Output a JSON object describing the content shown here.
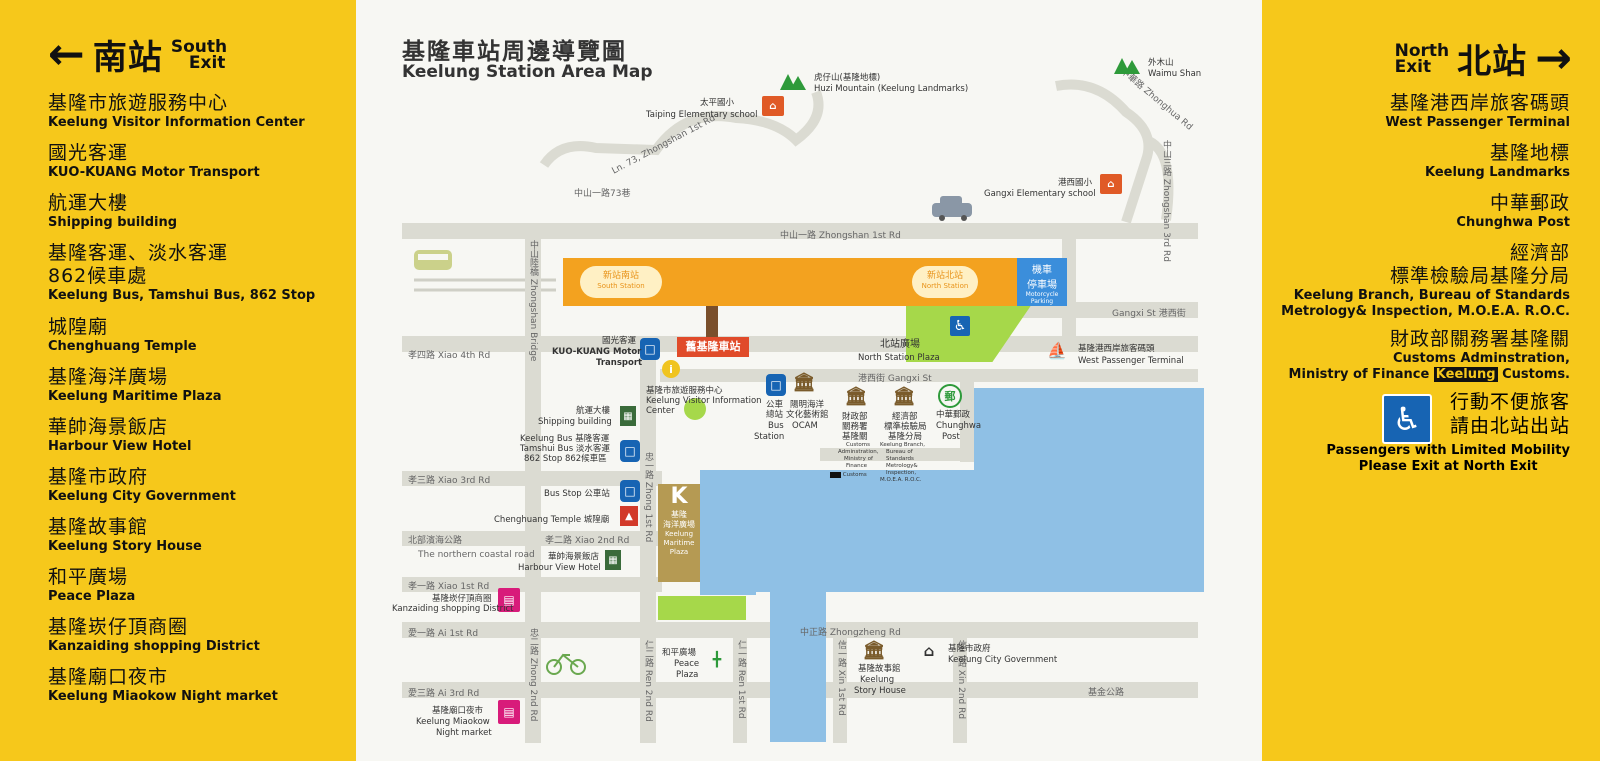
{
  "left": {
    "arrow": "←",
    "header_zh": "南站",
    "header_en_1": "South",
    "header_en_2": "Exit",
    "items": [
      {
        "zh": "基隆市旅遊服務中心",
        "en": "Keelung Visitor Information Center"
      },
      {
        "zh": "國光客運",
        "en": "KUO-KUANG Motor Transport"
      },
      {
        "zh": "航運大樓",
        "en": "Shipping building"
      },
      {
        "zh": "基隆客運、淡水客運",
        "zh2": "862候車處",
        "en": "Keelung Bus, Tamshui Bus, 862 Stop"
      },
      {
        "zh": "城隍廟",
        "en": "Chenghuang Temple"
      },
      {
        "zh": "基隆海洋廣場",
        "en": "Keelung Maritime Plaza"
      },
      {
        "zh": "華帥海景飯店",
        "en": "Harbour View Hotel"
      },
      {
        "zh": "基隆市政府",
        "en": "Keelung City Government"
      },
      {
        "zh": "基隆故事館",
        "en": "Keelung Story House"
      },
      {
        "zh": "和平廣場",
        "en": "Peace Plaza"
      },
      {
        "zh": "基隆崁仔頂商圈",
        "en": "Kanzaiding shopping District"
      },
      {
        "zh": "基隆廟口夜市",
        "en": "Keelung Miaokow Night market"
      }
    ]
  },
  "right": {
    "arrow": "→",
    "header_zh": "北站",
    "header_en_1": "North",
    "header_en_2": "Exit",
    "items": [
      {
        "zh": "基隆港西岸旅客碼頭",
        "en": "West Passenger Terminal"
      },
      {
        "zh": "基隆地標",
        "en": "Keelung Landmarks"
      },
      {
        "zh": "中華郵政",
        "en": "Chunghwa Post"
      },
      {
        "zh": "經濟部",
        "zh2": "標準檢驗局基隆分局",
        "en": "Keelung Branch, Bureau of Standards",
        "en2": "Metrology& Inspection, M.O.E.A. R.O.C."
      },
      {
        "zh": "財政部關務署基隆關",
        "en": "Customs Adminstration,",
        "en2a": "Ministry of Finance ",
        "en2b": "Keelung",
        "en2c": " Customs."
      }
    ],
    "access_zh_1": "行動不便旅客",
    "access_zh_2": "請由北站出站",
    "access_en_1": "Passengers with Limited Mobility",
    "access_en_2": "Please Exit at North Exit",
    "access_icon": "wheelchair-icon"
  },
  "map": {
    "title_zh": "基隆車站周邊導覽圖",
    "title_en": "Keelung Station Area Map",
    "roads": {
      "zhongshan1": "中山一路 Zhongshan 1st Rd",
      "zhongshan1_73": "中山一路73巷",
      "ln73": "Ln. 73, Zhongshan 1st Rd",
      "gangxi_st": "Gangxi St 港西街",
      "gangxi_st_2": "港西街 Gangxi St",
      "xiao4": "孝四路 Xiao 4th Rd",
      "xiao3": "孝三路 Xiao 3rd Rd",
      "xiao2": "孝二路 Xiao 2nd Rd",
      "xiao1": "孝一路 Xiao 1st Rd",
      "ai1": "愛一路 Ai 1st Rd",
      "ai3": "愛三路 Ai 3rd Rd",
      "zhongzheng": "中正路 Zhongzheng Rd",
      "jijin": "基金公路",
      "northern_coastal": "北部濱海公路",
      "northern_coastal_en": "The northern coastal road",
      "zhonghua": "中華路 Zhonghua Rd",
      "zhongshan3": "中山三路 Zhongshan 3rd Rd",
      "zhongshan_bridge": "中山陸橋 Zhongshan Bridge",
      "zhong1": "忠一路 Zhong 1st Rd",
      "zhong2": "忠二路 Zhong 2nd Rd",
      "ren2": "仁二路 Ren 2nd Rd",
      "ren1": "仁一路 Ren 1st Rd",
      "xin1": "信一路 Xin 1st Rd",
      "xin2": "信二路 Xin 2nd Rd"
    },
    "station": {
      "south_zh": "新站南站",
      "south_en": "South Station",
      "north_zh": "新站北站",
      "north_en": "North Station",
      "old_station": "舊基隆車站",
      "moto_zh_1": "機車",
      "moto_zh_2": "停車場",
      "moto_en": "Motorcycle Parking",
      "north_plaza_zh": "北站廣場",
      "north_plaza_en": "North Station Plaza"
    },
    "places": {
      "huzi_zh": "虎仔山(基隆地標)",
      "huzi_en": "Huzi Mountain (Keelung Landmarks)",
      "waimu_zh": "外木山",
      "waimu_en": "Waimu Shan",
      "taiping_zh": "太平國小",
      "taiping_en": "Taiping Elementary school",
      "gangxi_school_zh": "港西國小",
      "gangxi_school_en": "Gangxi Elementary school",
      "kuokuang_zh": "國光客運",
      "kuokuang_en_1": "KUO-KUANG Motor",
      "kuokuang_en_2": "Transport",
      "visitor_zh": "基隆市旅遊服務中心",
      "visitor_en_1": "Keelung Visitor Information",
      "visitor_en_2": "Center",
      "shipping_zh": "航運大樓",
      "shipping_en": "Shipping building",
      "bus_zh_1": "Keelung Bus 基隆客運",
      "bus_zh_2": "Tamshui Bus 淡水客運",
      "bus_zh_3": "862 Stop 862候車區",
      "busstop": "Bus Stop 公車站",
      "temple": "Chenghuang Temple 城隍廟",
      "hotel_zh": "華帥海景飯店",
      "hotel_en": "Harbour View Hotel",
      "kanzaiding_zh": "基隆崁仔頂商圈",
      "kanzaiding_en": "Kanzaiding shopping District",
      "miaokow_zh": "基隆廟口夜市",
      "miaokow_en_1": "Keelung Miaokow",
      "miaokow_en_2": "Night market",
      "busstation_zh_1": "公車",
      "busstation_zh_2": "總站",
      "busstation_en_1": "Bus",
      "busstation_en_2": "Station",
      "ocam_zh_1": "陽明海洋",
      "ocam_zh_2": "文化藝術館",
      "ocam_en": "OCAM",
      "customs_zh_1": "財政部",
      "customs_zh_2": "關務署",
      "customs_zh_3": "基隆關",
      "customs_en_1": "Customs",
      "customs_en_2": "Adminstration,",
      "customs_en_3": "Ministry of",
      "customs_en_4": "Finance",
      "customs_en_5": "Customs",
      "bsmi_zh_1": "經濟部",
      "bsmi_zh_2": "標準檢驗局",
      "bsmi_zh_3": "基隆分局",
      "bsmi_en_1": "Keelung Branch,",
      "bsmi_en_2": "Bureau of",
      "bsmi_en_3": "Standards",
      "bsmi_en_4": "Metrology&",
      "bsmi_en_5": "Inspection,",
      "bsmi_en_6": "M.O.E.A. R.O.C.",
      "post_zh": "中華郵政",
      "post_en_1": "Chunghwa",
      "post_en_2": "Post",
      "west_terminal": "基隆港西岸旅客碼頭",
      "west_terminal_en": "West Passenger Terminal",
      "maritime_zh_1": "基隆",
      "maritime_zh_2": "海洋廣場",
      "maritime_en_1": "Keelung",
      "maritime_en_2": "Maritime",
      "maritime_en_3": "Plaza",
      "peace_zh": "和平廣場",
      "peace_en_1": "Peace",
      "peace_en_2": "Plaza",
      "story_zh": "基隆故事館",
      "story_en_1": "Keelung",
      "story_en_2": "Story House",
      "citygov_zh": "基隆市政府",
      "citygov_en": "Keelung City Government"
    },
    "colors": {
      "sign_yellow": "#f6c81b",
      "station_orange": "#f3a21f",
      "sea_blue": "#8fc0e5",
      "park_green": "#a6d84a",
      "bus_blue": "#1764b3",
      "old_station_red": "#e04b2a"
    }
  }
}
